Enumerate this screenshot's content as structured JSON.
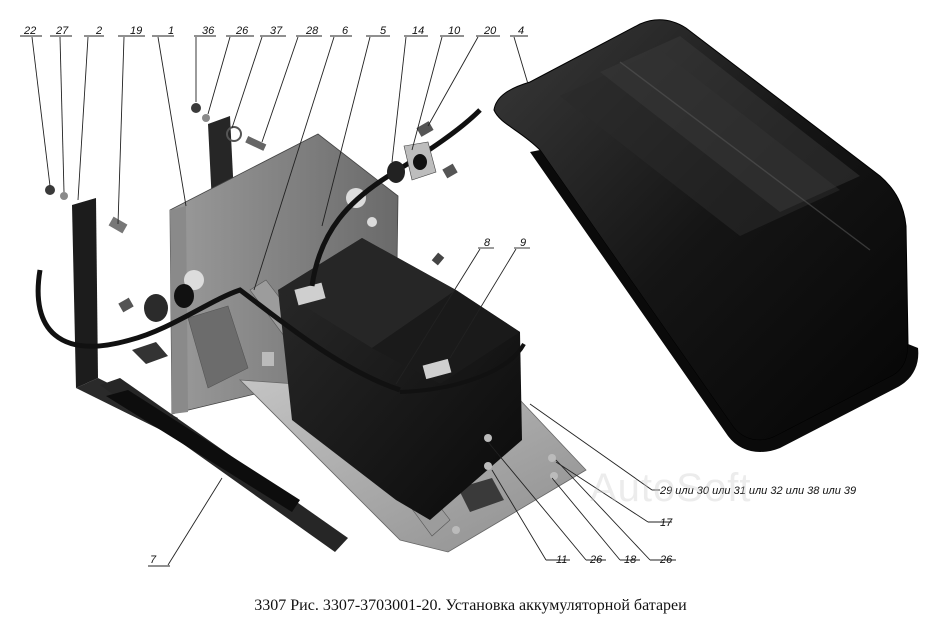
{
  "caption": "3307 Рис. 3307-3703001-20. Установка аккумуляторной батареи",
  "watermark": "AutoSoft",
  "callouts": {
    "n22": "22",
    "n27": "27",
    "n2": "2",
    "n19": "19",
    "n1": "1",
    "n36": "36",
    "n26a": "26",
    "n37": "37",
    "n28": "28",
    "n6": "6",
    "n5": "5",
    "n14": "14",
    "n10": "10",
    "n20": "20",
    "n4": "4",
    "n8": "8",
    "n9": "9",
    "n29": "29 или 30 или 31 или 32 или 38 или 39",
    "n17": "17",
    "n7": "7",
    "n11": "11",
    "n26b": "26",
    "n18": "18",
    "n26c": "26"
  }
}
